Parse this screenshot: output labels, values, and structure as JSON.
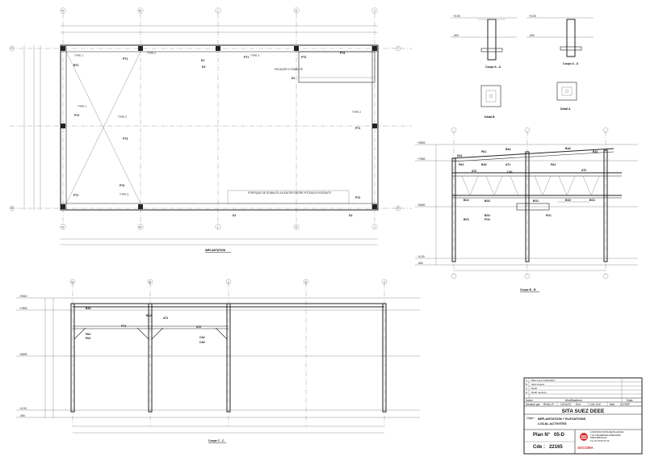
{
  "title_block": {
    "project": "SITA SUEZ DEEE",
    "objet_label": "Objet :",
    "objet_line1": "IMPLANTATION + ELEVATIONS",
    "objet_line2": "LOCAL ACTIVITES",
    "index_label": "Index",
    "modifications_label": "Modifications",
    "date_label": "Date",
    "dessine_label": "Dessiné par",
    "dessine_value": "RIVAL.R",
    "date_value": "12/01/23",
    "ech_label": "Ech.",
    "ech_value": "1/40 1/10",
    "mat_label": "Mat.",
    "mat_value": "S275JR",
    "plan_label": "Plan N°",
    "plan_value": "05-D",
    "cde_label": "Cde :",
    "cde_value": "22165",
    "company": "SOCOMA",
    "company_lines": [
      "CONSTRUCTIONS METALLIQUES",
      "1 AV GRUNENWALD BRIGNAIS",
      "69530 BRIGNAIS",
      "Tél. 04 78 05 XX XX"
    ],
    "revisions": [
      {
        "index": "A",
        "text": "Mise à jour implantation"
      },
      {
        "index": "B",
        "text": "Ajout coupes"
      },
      {
        "index": "C",
        "text": "Modif."
      },
      {
        "index": "D",
        "text": "Modif. sections"
      }
    ]
  },
  "plan_view": {
    "label": "IMPLANTATION",
    "axis_letters": [
      "N",
      "M",
      "L",
      "K",
      "J"
    ],
    "row_labels": [
      "T",
      "S",
      "R"
    ],
    "note_portique": "PORTIQUE DE STABILITE A AJOUTER ENTRE POTEAUX EXISTANTS",
    "note_escalier": "ESCALIER 2 STABILITE"
  },
  "section_bb": {
    "label": "Coupe B - B",
    "levels": [
      "+9020",
      "+7500",
      "+6000",
      "+0.00",
      "-400"
    ]
  },
  "section_cc": {
    "label": "Coupe C - C",
    "axis_letters": [
      "N",
      "M",
      "L",
      "K",
      "J"
    ],
    "levels": [
      "+9010",
      "+7800",
      "+6000",
      "+0.00",
      "-400"
    ]
  },
  "detail_aa": {
    "label": "Coupe A - A",
    "levels": [
      "+0.00",
      "-400"
    ]
  },
  "detail_a2": {
    "label": "Coupe A - A",
    "levels": [
      "+0.00",
      "-400"
    ]
  },
  "detail_b": {
    "label": "Détail B"
  },
  "detail_a": {
    "label": "Détail A"
  },
  "member_labels": [
    "TYPE 1",
    "TYPE 2",
    "TYPE 3",
    "PT1",
    "PT2",
    "PT3",
    "BT1",
    "D1",
    "D2",
    "BA1",
    "BA2",
    "AT1",
    "AT2",
    "PA1",
    "PA2",
    "CA1",
    "CA2",
    "SA1",
    "SA2",
    "BO1",
    "BO2",
    "PO1",
    "PO2"
  ],
  "colors": {
    "line": "#222222",
    "dim": "#444444",
    "accent": "#d92b2b",
    "paper": "#ffffff"
  }
}
